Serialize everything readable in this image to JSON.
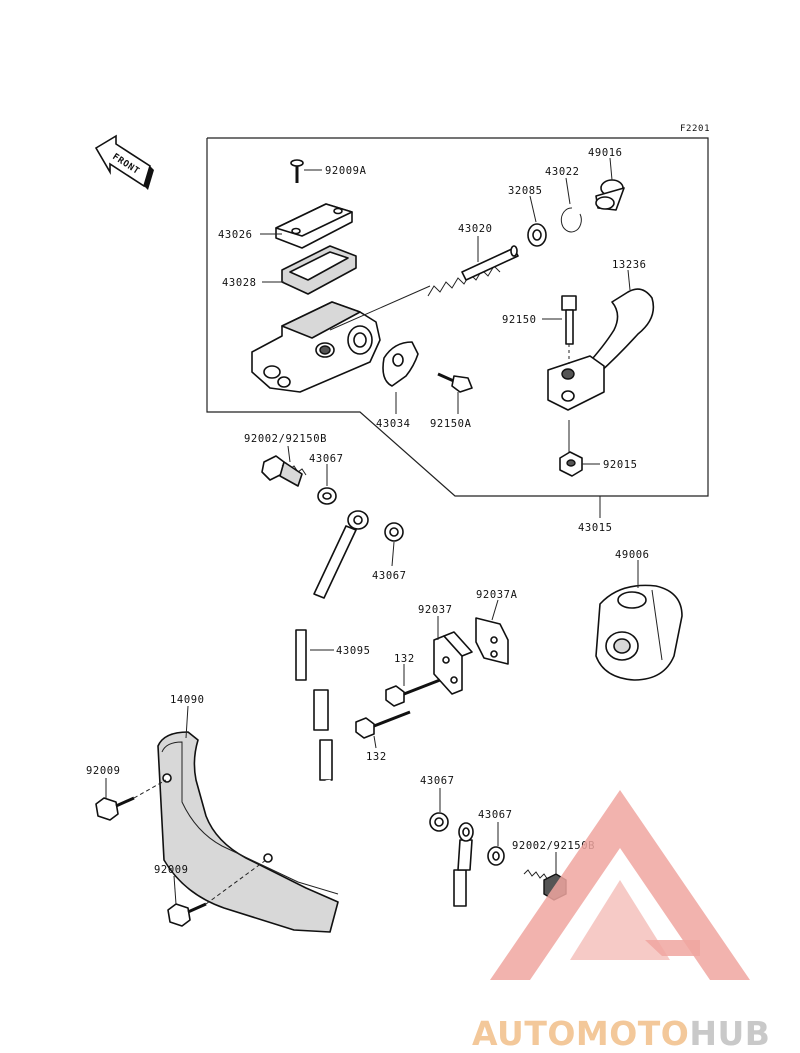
{
  "diagram_code": "F2201",
  "front_label": "FRONT",
  "parts": {
    "p92009A": "92009A",
    "p43026": "43026",
    "p43028": "43028",
    "p43020": "43020",
    "p32085": "32085",
    "p43022": "43022",
    "p49016": "49016",
    "p13236": "13236",
    "p92150": "92150",
    "p43034": "43034",
    "p92150A": "92150A",
    "p92015": "92015",
    "p43015": "43015",
    "p92002_92150B_top": "92002/92150B",
    "p43067_a": "43067",
    "p43067_b": "43067",
    "p49006": "49006",
    "p92037": "92037",
    "p92037A": "92037A",
    "p43095": "43095",
    "p132_a": "132",
    "p132_b": "132",
    "p14090": "14090",
    "p92009_a": "92009",
    "p92009_b": "92009",
    "p43067_c": "43067",
    "p43067_d": "43067",
    "p92002_92150B_bottom": "92002/92150B"
  },
  "watermark": {
    "part1": "AUTOMOTO",
    "part2": "HUB",
    "color_primary": "#f3c89a",
    "color_secondary": "#c9c9c9",
    "triangle_color": "#f0a6a0"
  }
}
